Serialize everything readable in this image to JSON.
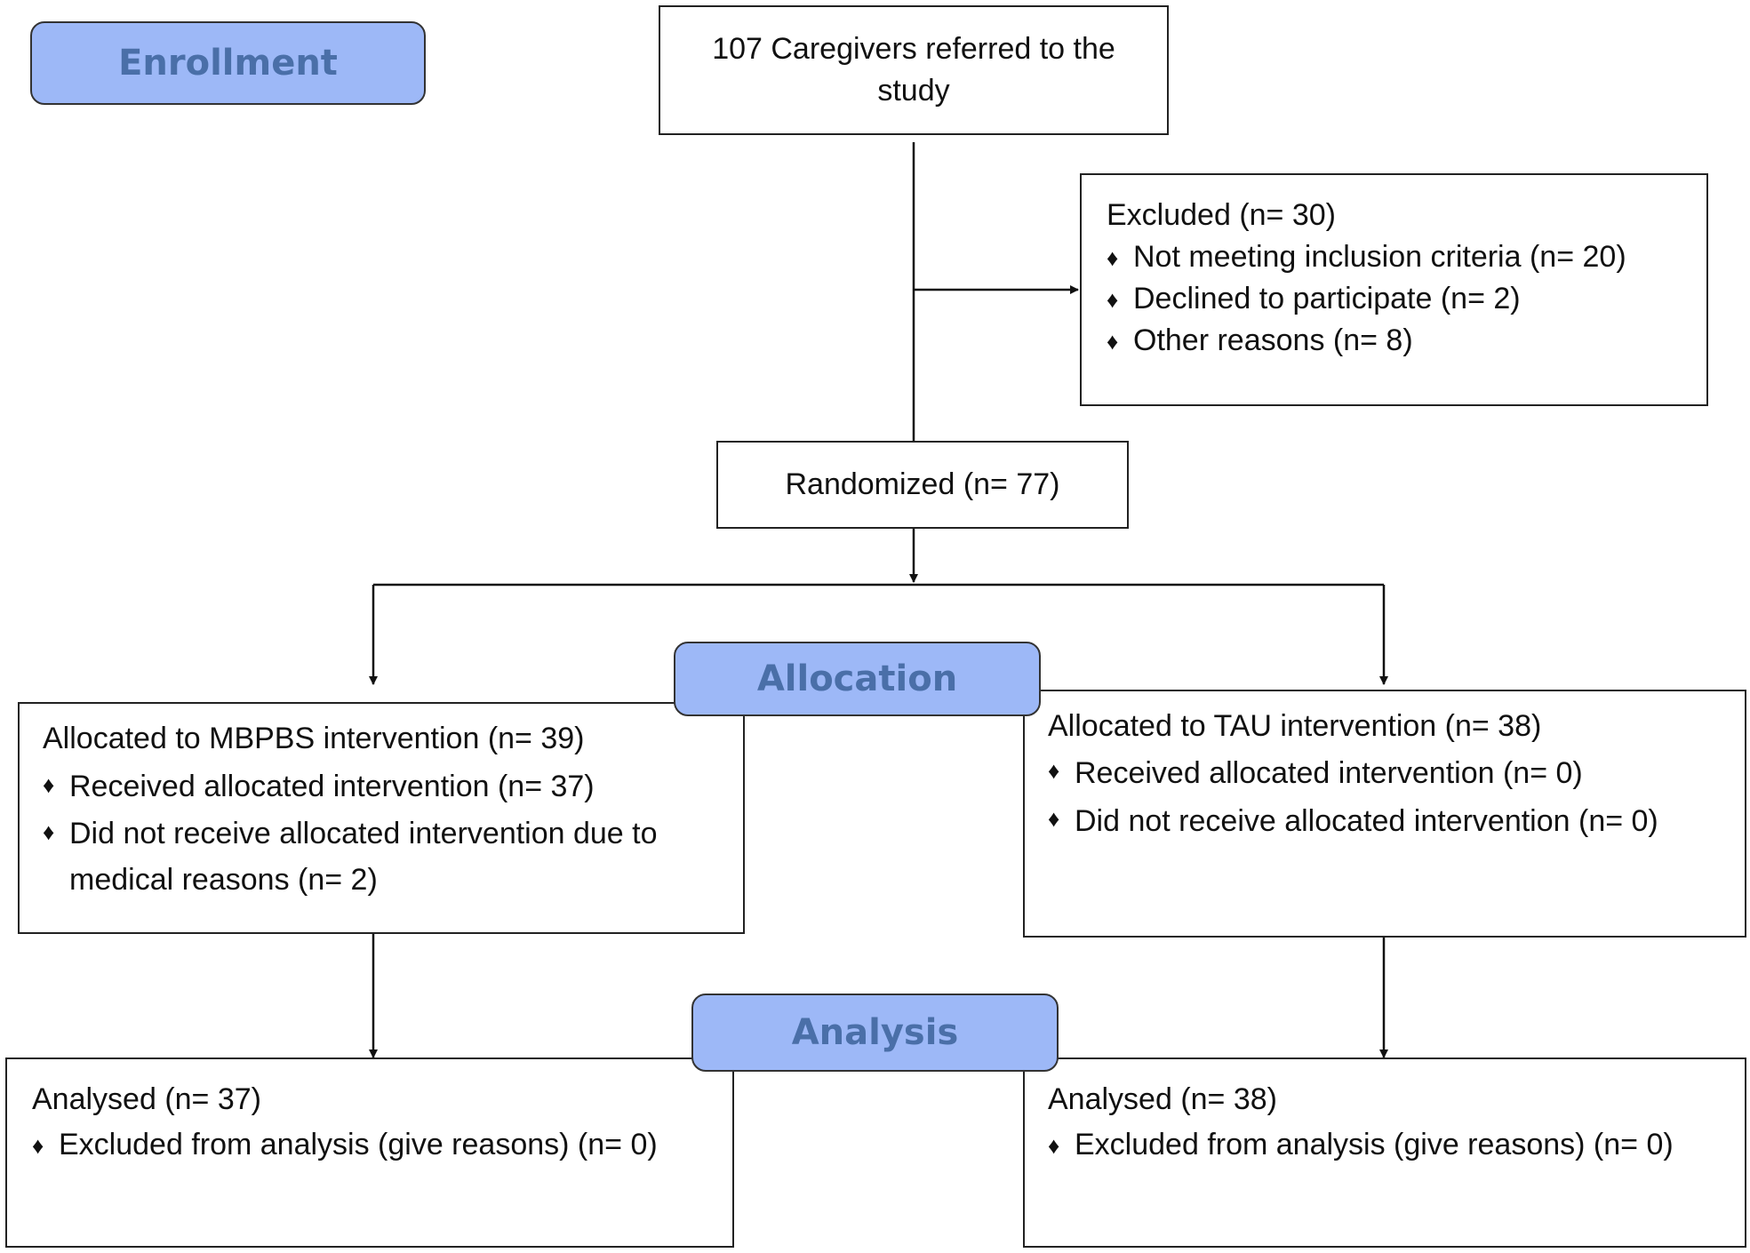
{
  "phases": {
    "enrollment": "Enrollment",
    "allocation": "Allocation",
    "analysis": "Analysis"
  },
  "referred": {
    "line1": "107 Caregivers referred to the",
    "line2": "study"
  },
  "excluded": {
    "title": "Excluded  (n= 30)",
    "items": [
      "Not meeting inclusion criteria (n= 20)",
      "Declined to participate (n= 2)",
      "Other reasons (n= 8)"
    ]
  },
  "randomized": "Randomized (n= 77)",
  "allocated_left": {
    "title": "Allocated to MBPBS intervention (n= 39)",
    "items": [
      "Received allocated intervention (n= 37)",
      "Did not receive allocated intervention due to medical reasons (n= 2)"
    ]
  },
  "allocated_right": {
    "title": "Allocated to TAU intervention (n= 38)",
    "items": [
      "Received allocated intervention (n= 0)",
      "Did not receive allocated intervention  (n= 0)"
    ]
  },
  "analysed_left": {
    "title": "Analysed  (n= 37)",
    "items": [
      "Excluded from analysis (give reasons) (n= 0)"
    ]
  },
  "analysed_right": {
    "title": "Analysed  (n= 38)",
    "items": [
      "Excluded from analysis (give reasons) (n= 0)"
    ]
  },
  "bullet_glyph": "♦"
}
